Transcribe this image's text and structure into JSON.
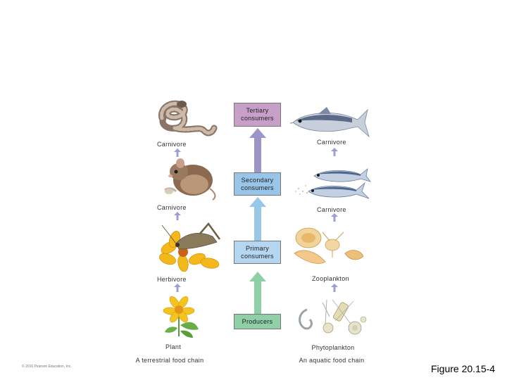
{
  "levels": {
    "tertiary": "Tertiary consumers",
    "secondary": "Secondary consumers",
    "primary": "Primary consumers",
    "producers": "Producers"
  },
  "terrestrial": {
    "carnivore_top": "Carnivore",
    "carnivore_mid": "Carnivore",
    "herbivore": "Herbivore",
    "plant": "Plant",
    "caption": "A terrestrial food chain"
  },
  "aquatic": {
    "carnivore_top": "Carnivore",
    "carnivore_mid": "Carnivore",
    "zooplankton": "Zooplankton",
    "phytoplankton": "Phytoplankton",
    "caption": "An aquatic food chain"
  },
  "copyright": "© 2010 Pearson Education, Inc.",
  "figure_label": "Figure 20.15-4",
  "colors": {
    "tertiary": "#c79fc9",
    "secondary": "#98c3e6",
    "primary": "#b3d4ef",
    "producers": "#8fcfa6",
    "arrow_small": "#8a8fc4"
  }
}
